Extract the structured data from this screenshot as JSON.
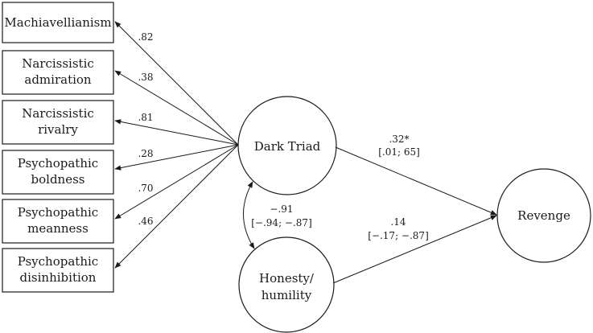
{
  "indicators": [
    {
      "lines": [
        "Machiavellianism"
      ],
      "loading": ".82"
    },
    {
      "lines": [
        "Narcissistic",
        "admiration"
      ],
      "loading": ".38"
    },
    {
      "lines": [
        "Narcissistic",
        "rivalry"
      ],
      "loading": ".81"
    },
    {
      "lines": [
        "Psychopathic",
        "boldness"
      ],
      "loading": ".28"
    },
    {
      "lines": [
        "Psychopathic",
        "meanness"
      ],
      "loading": ".70"
    },
    {
      "lines": [
        "Psychopathic",
        "disinhibition"
      ],
      "loading": ".46"
    }
  ],
  "latent": {
    "dark_triad": "Dark Triad",
    "honesty": [
      "Honesty/",
      "humility"
    ],
    "revenge": "Revenge"
  },
  "paths": {
    "correlation": {
      "value": "−.91",
      "ci": "[−.94; −.87]"
    },
    "dark_to_revenge": {
      "value": ".32*",
      "ci": "[.01; 65]"
    },
    "honesty_to_revenge": {
      "value": ".14",
      "ci": "[−.17; −.87]"
    }
  }
}
